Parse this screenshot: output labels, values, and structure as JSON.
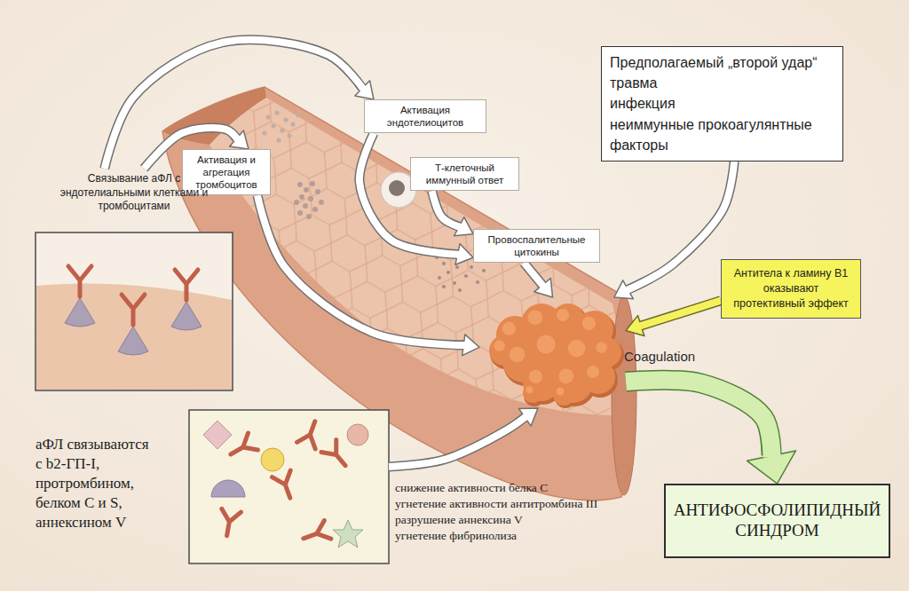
{
  "diagram": {
    "nodes": [
      {
        "text": [
          "Предполагаемый „второй удар“",
          "травма",
          "инфекция",
          "неиммунные прокоагулянтные факторы"
        ]
      },
      {
        "text": [
          "Активация эндотелиоцитов"
        ]
      },
      {
        "text": [
          "Активация и агрегация тромбоцитов"
        ]
      },
      {
        "text": [
          "Т-клеточный иммунный ответ"
        ]
      },
      {
        "text": [
          "Связывание аФЛ с эндотелиальными клетками и тромбоцитами"
        ]
      },
      {
        "text": [
          "Провоспалительные цитокины"
        ]
      },
      {
        "text": [
          "Антитела к ламину B1 оказывают протективный эффект"
        ]
      },
      {
        "text": [
          "Coagulation"
        ]
      },
      {
        "text": [
          "аФЛ связываются с b2-ГП-I, протромбином, белком С и S, аннексином V"
        ]
      },
      {
        "text": [
          "АНТИФОСФОЛИПИДНЫЙ СИНДРОМ"
        ]
      }
    ],
    "edges": [
      {
        "from": 4,
        "to": 1,
        "arrow": "to"
      },
      {
        "from": 4,
        "to": 2,
        "arrow": "to"
      },
      {
        "from": 1,
        "to": 5,
        "arrow": "to"
      },
      {
        "from": 3,
        "to": 5,
        "arrow": "to"
      },
      {
        "from": 5,
        "to": 7,
        "arrow": "to"
      },
      {
        "from": 2,
        "to": 7,
        "arrow": "to"
      },
      {
        "from": 0,
        "to": 7,
        "arrow": "to"
      },
      {
        "from": 6,
        "to": 7,
        "arrow": "to"
      },
      {
        "from": 8,
        "to": 7,
        "arrow": "to"
      },
      {
        "from": 7,
        "to": 9,
        "arrow": "to"
      }
    ],
    "labels": [
      "снижение активности белка С",
      "угнетение активности антитромбина III",
      "разрушение аннексина V",
      "угнетение фибринолиза"
    ]
  }
}
